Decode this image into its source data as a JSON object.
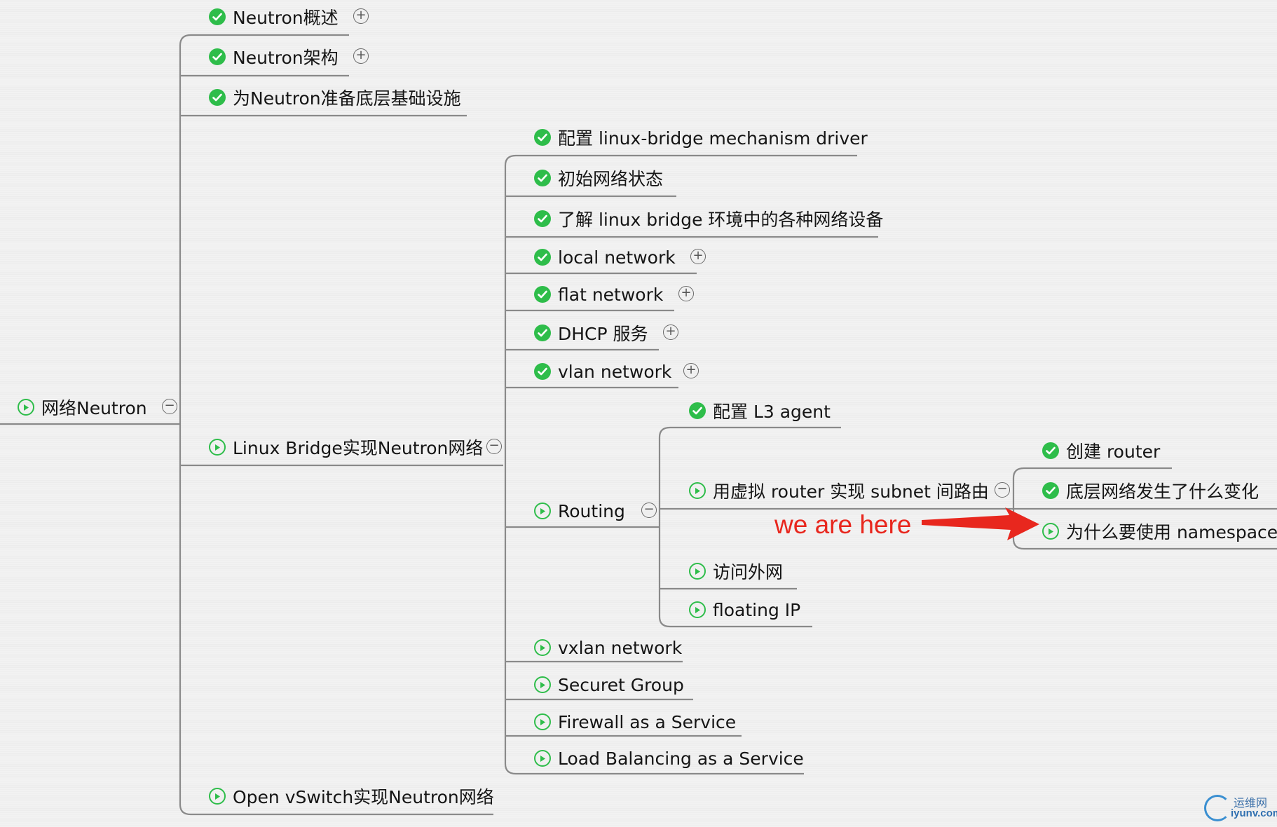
{
  "root": {
    "label": "网络Neutron",
    "status": "in-progress",
    "toggle": "−"
  },
  "level1": [
    {
      "label": "Neutron概述",
      "status": "done",
      "toggle": "+"
    },
    {
      "label": "Neutron架构",
      "status": "done",
      "toggle": "+"
    },
    {
      "label": "为Neutron准备底层基础设施",
      "status": "done"
    },
    {
      "label": "Linux Bridge实现Neutron网络",
      "status": "in-progress",
      "toggle": "−"
    },
    {
      "label": "Open vSwitch实现Neutron网络",
      "status": "in-progress"
    }
  ],
  "linux_bridge_children": [
    {
      "label": "配置 linux-bridge mechanism driver",
      "status": "done"
    },
    {
      "label": "初始网络状态",
      "status": "done"
    },
    {
      "label": "了解 linux bridge 环境中的各种网络设备",
      "status": "done"
    },
    {
      "label": "local network",
      "status": "done",
      "toggle": "+"
    },
    {
      "label": "flat network",
      "status": "done",
      "toggle": "+"
    },
    {
      "label": "DHCP 服务",
      "status": "done",
      "toggle": "+"
    },
    {
      "label": "vlan network",
      "status": "done",
      "toggle": "+"
    },
    {
      "label": "Routing",
      "status": "in-progress",
      "toggle": "−"
    },
    {
      "label": "vxlan network",
      "status": "in-progress"
    },
    {
      "label": "Securet Group",
      "status": "in-progress"
    },
    {
      "label": "Firewall as a Service",
      "status": "in-progress"
    },
    {
      "label": "Load Balancing as a Service",
      "status": "in-progress"
    }
  ],
  "routing_children": [
    {
      "label": "配置 L3 agent",
      "status": "done"
    },
    {
      "label": "用虚拟 router 实现 subnet 间路由",
      "status": "in-progress",
      "toggle": "−"
    },
    {
      "label": "访问外网",
      "status": "in-progress"
    },
    {
      "label": "floating IP",
      "status": "in-progress"
    }
  ],
  "subnet_routing_children": [
    {
      "label": "创建 router",
      "status": "done"
    },
    {
      "label": "底层网络发生了什么变化",
      "status": "done"
    },
    {
      "label": "为什么要使用 namespace?",
      "status": "in-progress"
    }
  ],
  "annotation": {
    "text": "we are here",
    "color": "#e8271e"
  },
  "watermark": {
    "line1": "运维网",
    "line2": "iyunv.com"
  },
  "colors": {
    "check": "#2ebd4a",
    "line": "#8a8a8a",
    "arrow": "#e8271e"
  }
}
